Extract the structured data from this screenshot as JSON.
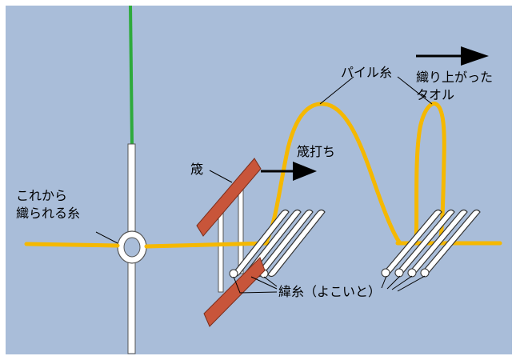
{
  "labels": {
    "incoming_yarn_line1": "これから",
    "incoming_yarn_line2": "織られる糸",
    "reed": "筬",
    "beating": "筬打ち",
    "pile_yarn": "パイル糸",
    "woven_towel_line1": "織り上がった",
    "woven_towel_line2": "タオル",
    "weft": "緯糸（よこいと）"
  },
  "colors": {
    "background": "#a9bdd9",
    "yarn": "#f5b800",
    "warp_thread": "#2eaa3c",
    "reed": "#c8553a",
    "heddle": "#ffffff",
    "arrow": "#000000"
  },
  "icons": {
    "arrow_beating": "right-arrow",
    "arrow_towel": "right-arrow"
  }
}
